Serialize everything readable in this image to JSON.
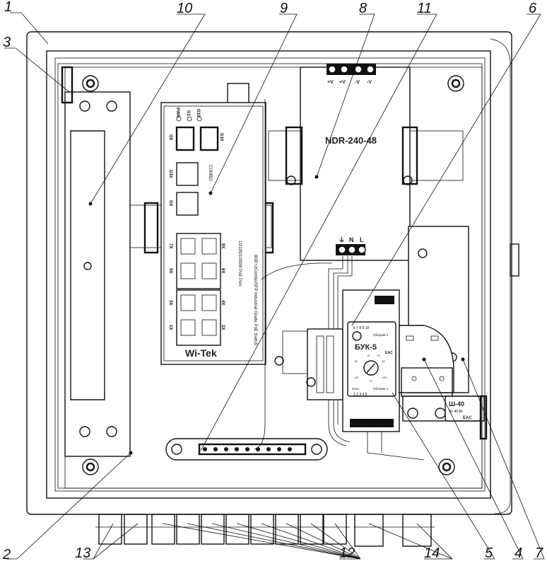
{
  "callouts": [
    "1",
    "2",
    "3",
    "4",
    "5",
    "6",
    "7",
    "8",
    "9",
    "10",
    "11",
    "12",
    "13",
    "14"
  ],
  "power_supply": {
    "model": "NDR-240-48",
    "dc_terminals": [
      "+V",
      "+V",
      "-V",
      "-V"
    ],
    "ac_terminals": [
      "⏚",
      "N",
      "L"
    ]
  },
  "switch": {
    "brand": "Wi-Tek",
    "leds": [
      "PWR",
      "G1",
      "G10"
    ],
    "sfp_ports": [
      "G9",
      "G10"
    ],
    "combo_label": "COMBO",
    "combo_ports": [
      "G10",
      "G9"
    ],
    "ports": [
      "7X",
      "8X",
      "5X",
      "6X",
      "3X",
      "4X",
      "1X",
      "2X"
    ],
    "poe_label": "10/100/1000M PoE Port",
    "side_label": "8GE+2Combo/SFP Industrial Grade PoE Switch"
  },
  "thermostat": {
    "model": "БУК-5",
    "top_terminals": [
      "6",
      "7",
      "8",
      "9",
      "10"
    ],
    "bottom_terminals": [
      "1",
      "2",
      "3",
      "4",
      "5"
    ],
    "heater2_label": "Обогрев 2",
    "heater1_label": "Обогрев 1",
    "mains_label": "Сеть",
    "scale": [
      "-5",
      "+5",
      "-15",
      "15",
      "-25",
      "+25"
    ],
    "unit": "°C",
    "cert_mark": "EAC"
  },
  "heater": {
    "model": "Ш-40",
    "spec": "Пс 40 Вт",
    "mark": "EAC"
  }
}
